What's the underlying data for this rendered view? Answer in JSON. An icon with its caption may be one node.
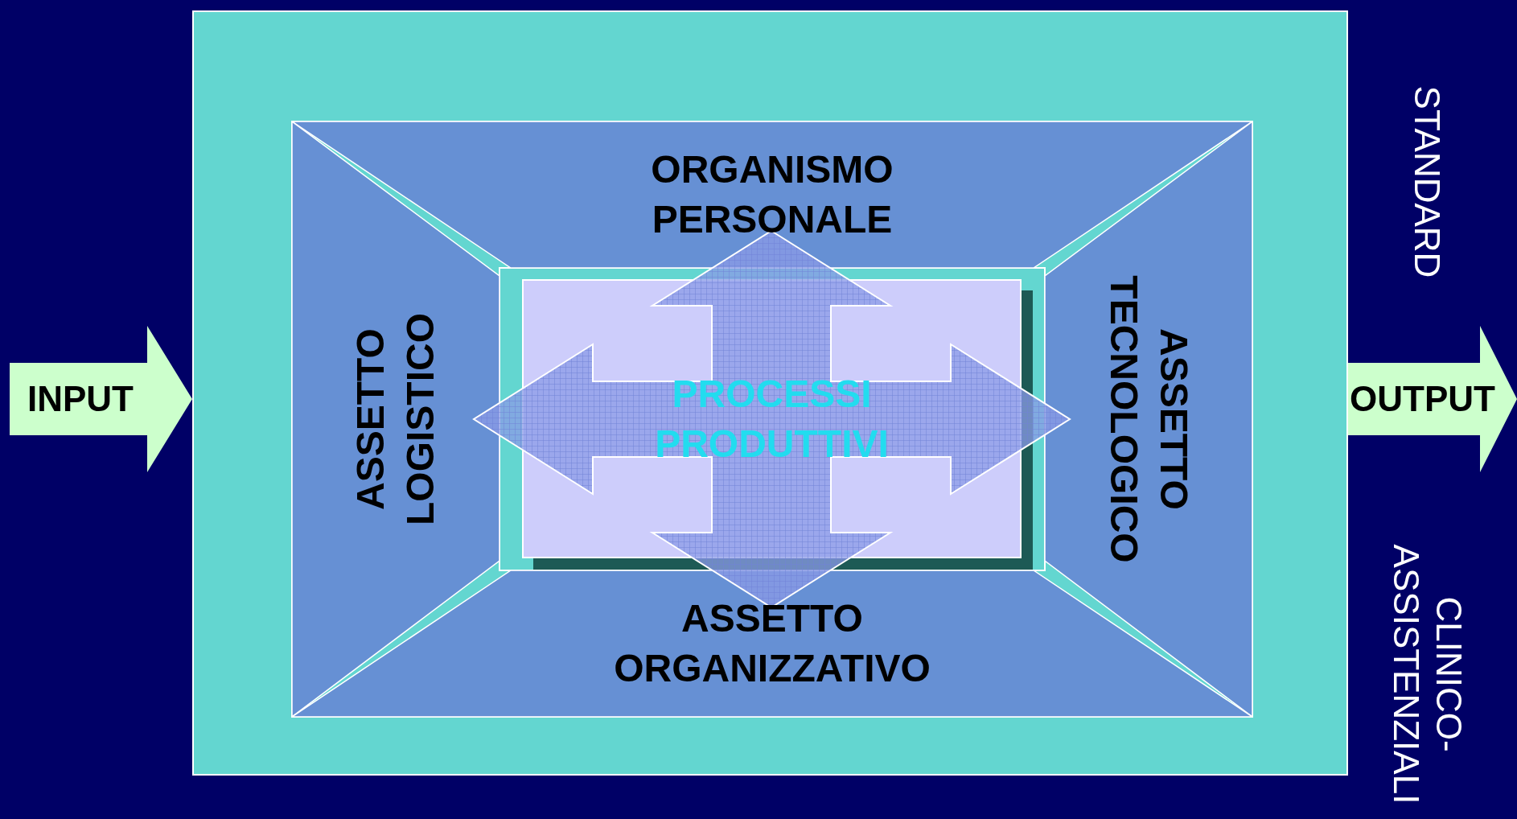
{
  "diagram": {
    "nodes": [
      {
        "text": [],
        "shape": "box"
      },
      {
        "text": [
          "ORGANISMO PERSONALE"
        ],
        "in": 0
      },
      {
        "text": [
          "ASSETTO LOGISTICO"
        ],
        "in": 0
      },
      {
        "text": [
          "ASSETTO TECNOLOGICO"
        ],
        "in": 0
      },
      {
        "text": [
          "ASSETTO ORGANIZZATIVO"
        ],
        "in": 0
      },
      {
        "text": [
          "PROCESSI PRODUTTIVI"
        ],
        "in": 0
      },
      {
        "text": [
          "INPUT"
        ]
      },
      {
        "text": [
          "OUTPUT"
        ]
      }
    ],
    "labels": [
      "STANDARD",
      "CLINICO- ASSISTENZIALI"
    ]
  }
}
